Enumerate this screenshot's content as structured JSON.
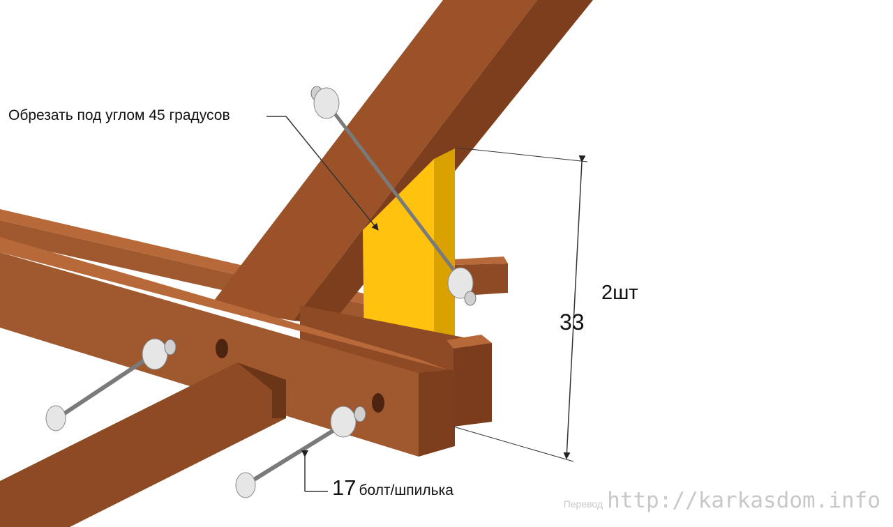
{
  "annotations": {
    "cut_note": "Обрезать под углом 45 градусов",
    "dimension": "33",
    "quantity": "2шт",
    "bolt_number": "17",
    "bolt_text": "болт/шпилька"
  },
  "credit": {
    "prefix": "Перевод",
    "url": "http://karkasdom.info"
  },
  "colors": {
    "wood_light": "#a0582e",
    "wood_mid": "#8e4a24",
    "wood_dark": "#6b3618",
    "brace": "#ffc20e",
    "brace_side": "#d9a200",
    "metal": "#e6e6e6",
    "line": "#333333",
    "watermark": "#c8c8c8"
  }
}
